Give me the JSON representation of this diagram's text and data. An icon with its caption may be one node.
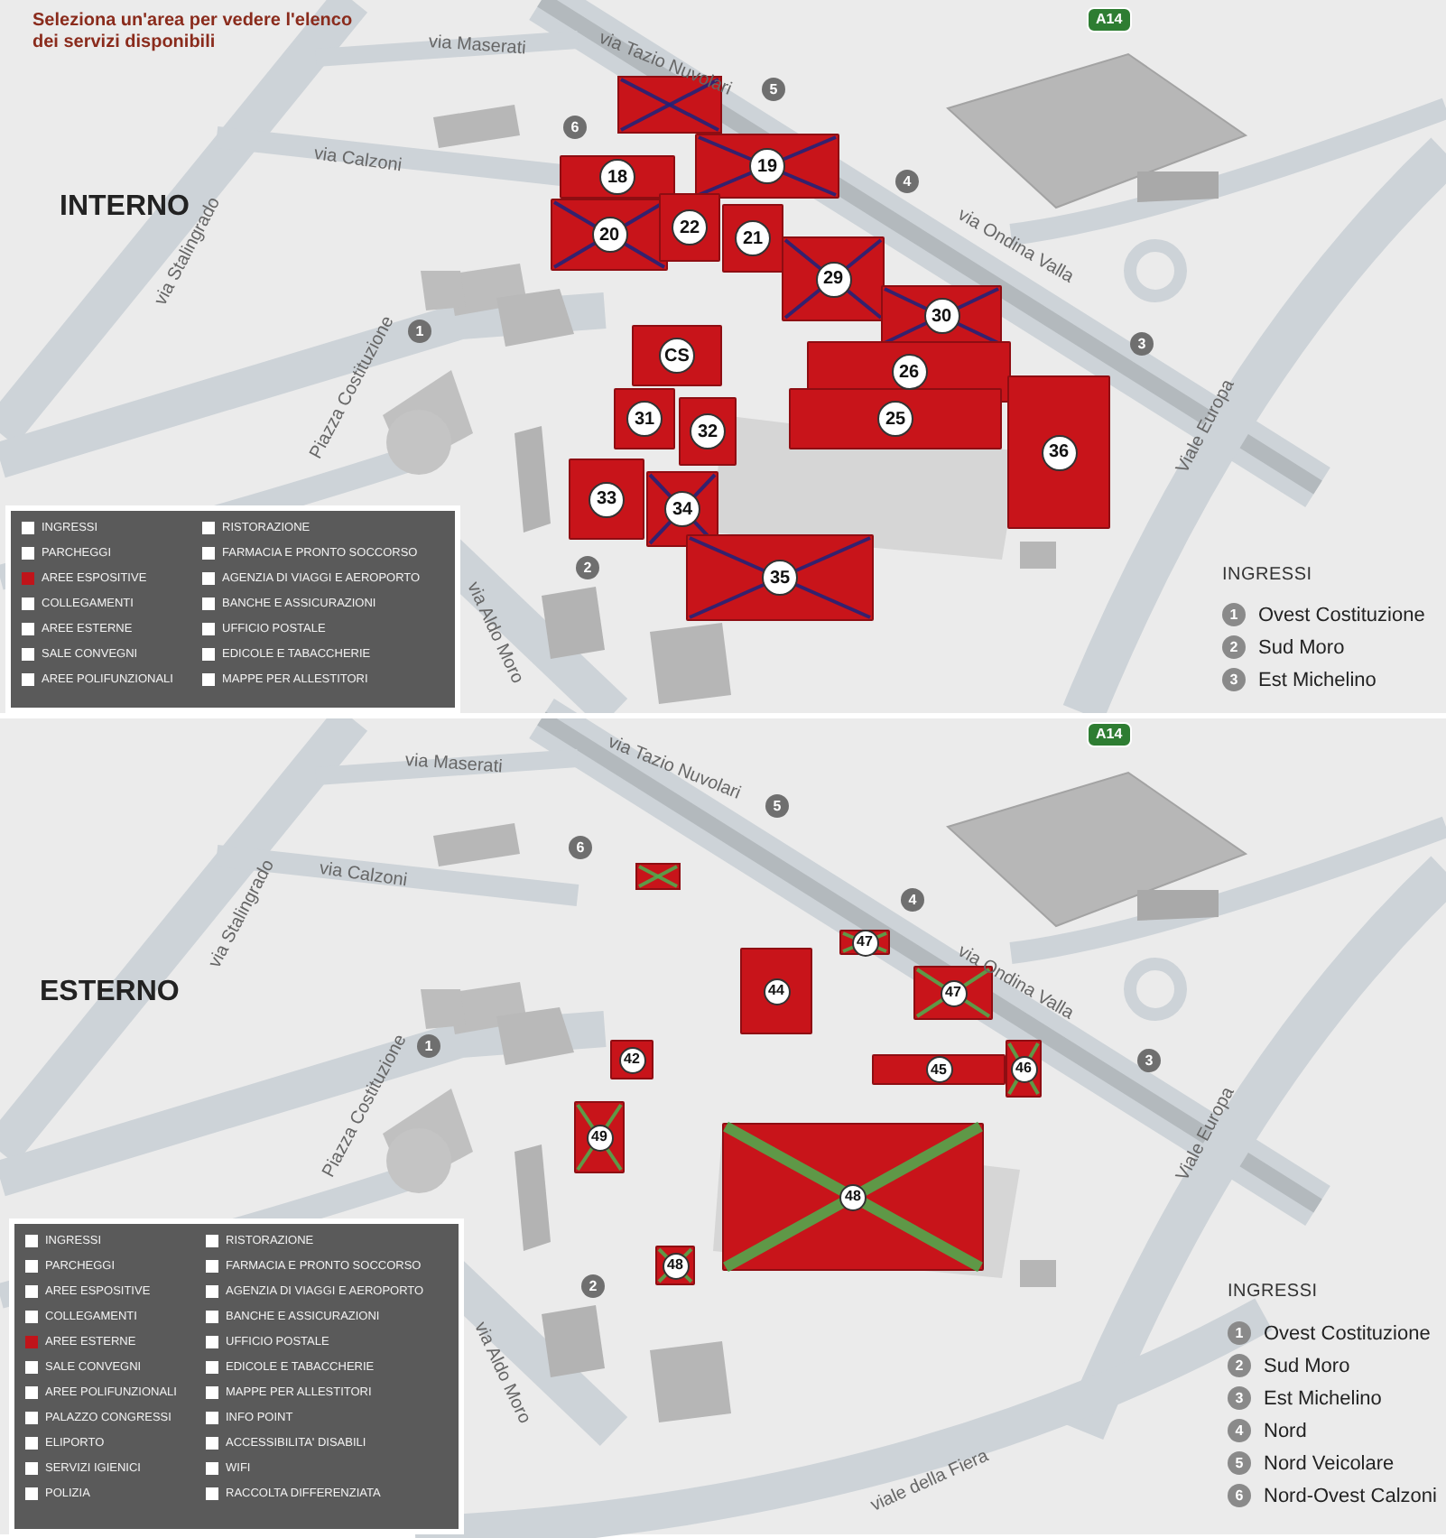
{
  "diagram": {
    "nodes": [
      {
        "text": [],
        "shape": "box"
      },
      {
        "text": [
          "19"
        ]
      },
      {
        "text": [
          "18"
        ]
      },
      {
        "text": [
          "20"
        ]
      },
      {
        "text": [
          "22"
        ]
      },
      {
        "text": [
          "21"
        ]
      },
      {
        "text": [
          "29"
        ]
      },
      {
        "text": [
          "30"
        ]
      },
      {
        "text": [
          "CS"
        ]
      },
      {
        "text": [
          "26"
        ]
      },
      {
        "text": [
          "25"
        ]
      },
      {
        "text": [
          "36"
        ]
      },
      {
        "text": [
          "31"
        ]
      },
      {
        "text": [
          "32"
        ]
      },
      {
        "text": [
          "33"
        ]
      },
      {
        "text": [
          "34"
        ]
      },
      {
        "text": [
          "35"
        ]
      },
      {
        "text": [],
        "shape": "box"
      },
      {
        "text": [
          "47"
        ]
      },
      {
        "text": [
          "44"
        ]
      },
      {
        "text": [
          "47"
        ]
      },
      {
        "text": [
          "42"
        ]
      },
      {
        "text": [
          "45"
        ]
      },
      {
        "text": [
          "46"
        ]
      },
      {
        "text": [
          "49"
        ]
      },
      {
        "text": [
          "48"
        ]
      },
      {
        "text": [
          "48"
        ]
      }
    ],
    "labels": [
      "Seleziona un'area per vedere l'elenco dei servizi disponibili",
      "via Tazio Nuvolari",
      "A14",
      "via Maserati",
      "6",
      "5",
      "via Calzoni",
      "INTERNO",
      "via Stalingrado",
      "4",
      "via Ondina Valla",
      "1",
      "3",
      "Piazza Costituzione",
      "Viale Europa",
      "2",
      "via Aldo Moro",
      "INGRESSI",
      "1",
      "Ovest Costituzione",
      "2",
      "Sud Moro",
      "3",
      "Est Michelino",
      "via Tazio Nuvolari",
      "A14",
      "via Maserati",
      "5",
      "6",
      "via Calzoni",
      "ESTERNO",
      "via Stalingrado",
      "4",
      "via Ondina Valla",
      "1",
      "3",
      "Piazza Costituzione",
      "Viale Europa",
      "2",
      "via Aldo Moro",
      "viale della Fiera",
      "INGRESSI",
      "1",
      "Ovest Costituzione",
      "2",
      "Sud Moro",
      "3",
      "Est Michelino",
      "4",
      "Nord",
      "5",
      "Nord Veicolare",
      "6",
      "Nord-Ovest Calzoni"
    ],
    "legend": [
      {
        "text": "INGRESSI",
        "color": "#ffffff"
      },
      {
        "text": "RISTORAZIONE",
        "color": "#ffffff"
      },
      {
        "text": "PARCHEGGI",
        "color": "#ffffff"
      },
      {
        "text": "FARMACIA E PRONTO SOCCORSO",
        "color": "#ffffff"
      },
      {
        "text": "AREE ESPOSITIVE",
        "color": "#c0141a"
      },
      {
        "text": "AGENZIA DI VIAGGI E AEROPORTO",
        "color": "#ffffff"
      },
      {
        "text": "COLLEGAMENTI",
        "color": "#ffffff"
      },
      {
        "text": "BANCHE E ASSICURAZIONI",
        "color": "#ffffff"
      },
      {
        "text": "AREE ESTERNE",
        "color": "#ffffff"
      },
      {
        "text": "UFFICIO POSTALE",
        "color": "#ffffff"
      },
      {
        "text": "SALE CONVEGNI",
        "color": "#ffffff"
      },
      {
        "text": "EDICOLE E TABACCHERIE",
        "color": "#ffffff"
      },
      {
        "text": "AREE POLIFUNZIONALI",
        "color": "#ffffff"
      },
      {
        "text": "MAPPE PER ALLESTITORI",
        "color": "#ffffff"
      },
      {
        "text": "INGRESSI",
        "color": "#ffffff"
      },
      {
        "text": "RISTORAZIONE",
        "color": "#ffffff"
      },
      {
        "text": "PARCHEGGI",
        "color": "#ffffff"
      },
      {
        "text": "FARMACIA E PRONTO SOCCORSO",
        "color": "#ffffff"
      },
      {
        "text": "AREE ESPOSITIVE",
        "color": "#ffffff"
      },
      {
        "text": "AGENZIA DI VIAGGI E AEROPORTO",
        "color": "#ffffff"
      },
      {
        "text": "COLLEGAMENTI",
        "color": "#ffffff"
      },
      {
        "text": "BANCHE E ASSICURAZIONI",
        "color": "#ffffff"
      },
      {
        "text": "AREE ESTERNE",
        "color": "#c0141a"
      },
      {
        "text": "UFFICIO POSTALE",
        "color": "#ffffff"
      },
      {
        "text": "SALE CONVEGNI",
        "color": "#ffffff"
      },
      {
        "text": "EDICOLE E TABACCHERIE",
        "color": "#ffffff"
      },
      {
        "text": "AREE POLIFUNZIONALI",
        "color": "#ffffff"
      },
      {
        "text": "MAPPE PER ALLESTITORI",
        "color": "#ffffff"
      },
      {
        "text": "PALAZZO CONGRESSI",
        "color": "#ffffff"
      },
      {
        "text": "INFO POINT",
        "color": "#ffffff"
      },
      {
        "text": "ELIPORTO",
        "color": "#ffffff"
      },
      {
        "text": "ACCESSIBILITA' DISABILI",
        "color": "#ffffff"
      },
      {
        "text": "SERVIZI IGIENICI",
        "color": "#ffffff"
      },
      {
        "text": "WIFI",
        "color": "#ffffff"
      },
      {
        "text": "POLIZIA",
        "color": "#ffffff"
      },
      {
        "text": "RACCOLTA DIFFERENZIATA",
        "color": "#ffffff"
      }
    ]
  }
}
